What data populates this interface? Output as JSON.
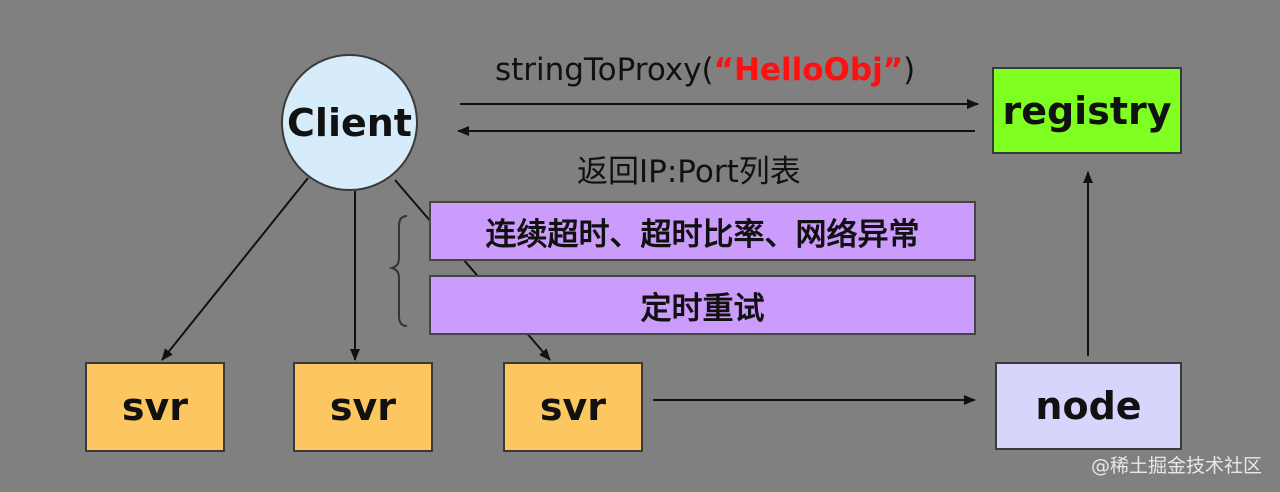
{
  "nodes": {
    "client": "Client",
    "registry": "registry",
    "svr": [
      "svr",
      "svr",
      "svr"
    ],
    "node": "node"
  },
  "edges": {
    "request_prefix": "stringToProxy(",
    "request_arg": "“HelloObj”",
    "request_suffix": ")",
    "response": "返回IP:Port列表"
  },
  "notes": {
    "failure_conditions": "连续超时、超时比率、网络异常",
    "retry": "定时重试"
  },
  "watermark": "@稀土掘金技术社区",
  "colors": {
    "background": "#808080",
    "client": "#d6ecfb",
    "registry": "#7fff21",
    "svr": "#fcc760",
    "node": "#d7d5fc",
    "note_bar": "#cc9cfc",
    "highlight_text": "#ff1010"
  }
}
